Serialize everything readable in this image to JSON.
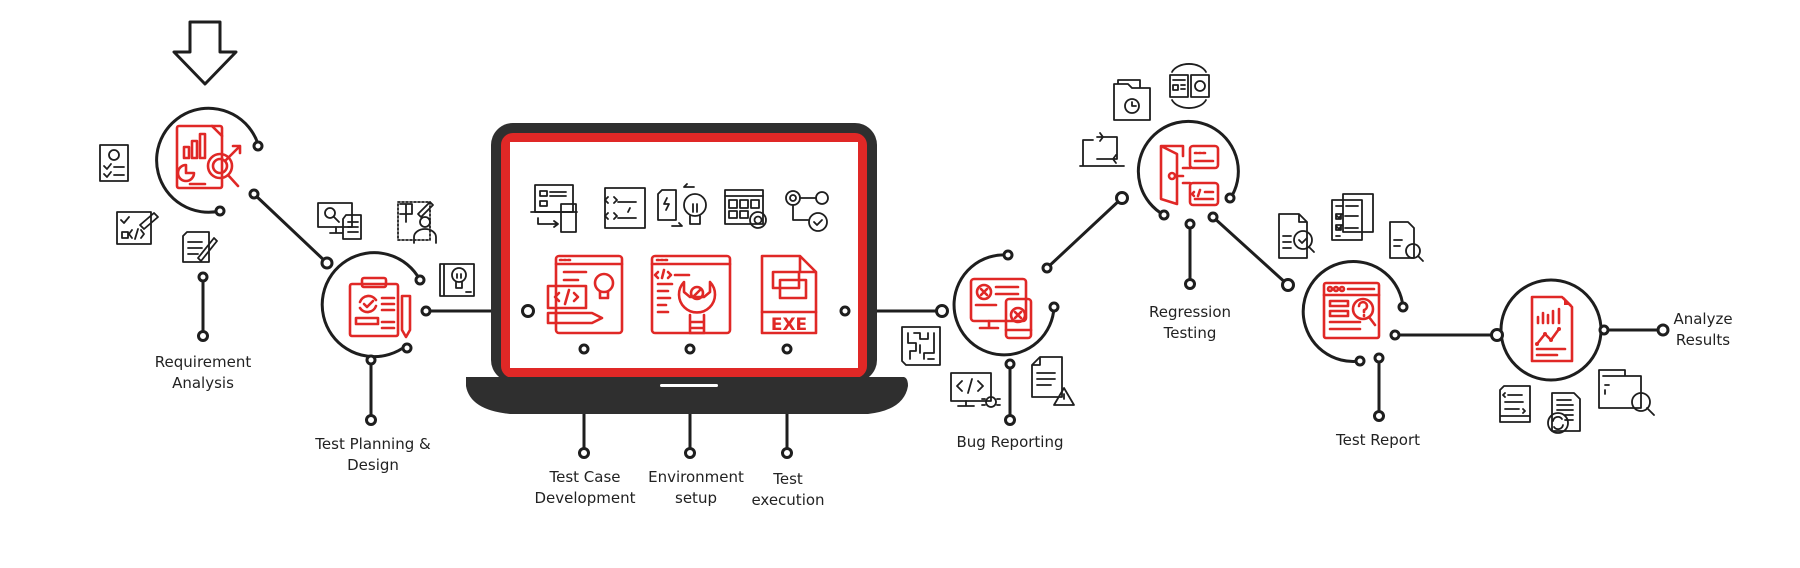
{
  "colors": {
    "accent": "#e02826",
    "line": "#1e1e1e",
    "laptop_body": "#2f2f2f",
    "background": "#ffffff",
    "text": "#222222"
  },
  "diagram": {
    "title": "Software Testing Life Cycle",
    "start_marker": "down-arrow",
    "stages": [
      {
        "id": "requirement-analysis",
        "label_lines": [
          "Requirement",
          "Analysis"
        ],
        "icon": "report-analysis-icon"
      },
      {
        "id": "test-planning-design",
        "label_lines": [
          "Test Planning &",
          "Design"
        ],
        "icon": "clipboard-plan-icon"
      },
      {
        "id": "test-case-development",
        "label_lines": [
          "Test Case",
          "Development"
        ],
        "icon": "code-idea-icon"
      },
      {
        "id": "environment-setup",
        "label_lines": [
          "Environment",
          "setup"
        ],
        "icon": "wrench-config-icon"
      },
      {
        "id": "test-execution",
        "label_lines": [
          "Test",
          "execution"
        ],
        "icon": "exe-file-icon"
      },
      {
        "id": "bug-reporting",
        "label_lines": [
          "Bug Reporting"
        ],
        "icon": "devices-error-icon"
      },
      {
        "id": "regression-testing",
        "label_lines": [
          "Regression",
          "Testing"
        ],
        "icon": "door-server-icon"
      },
      {
        "id": "test-report",
        "label_lines": [
          "Test Report"
        ],
        "icon": "report-question-icon"
      },
      {
        "id": "analyze-results",
        "label_lines": [
          "Analyze",
          "Results"
        ],
        "icon": "chart-document-icon"
      }
    ],
    "laptop_icons": [
      "laptop-mobile-sync-icon",
      "code-document-icon",
      "idea-conversion-icon",
      "dashboard-settings-icon",
      "gear-workflow-icon"
    ],
    "side_icons": {
      "requirement-analysis": [
        "settings-checklist-icon",
        "code-checklist-icon",
        "document-edit-icon"
      ],
      "test-planning-design": [
        "monitor-search-icon",
        "designer-blueprint-icon",
        "blueprint-idea-icon"
      ],
      "bug-reporting": [
        "maze-document-icon",
        "monitor-bug-icon",
        "document-warning-icon"
      ],
      "regression-testing": [
        "laptop-sync-icon",
        "folder-history-icon",
        "page-refresh-icon"
      ],
      "test-report": [
        "document-check-icon",
        "checklist-stack-icon",
        "document-search-icon"
      ],
      "analyze-results": [
        "code-file-icon",
        "file-refresh-icon",
        "folder-search-icon"
      ]
    }
  }
}
